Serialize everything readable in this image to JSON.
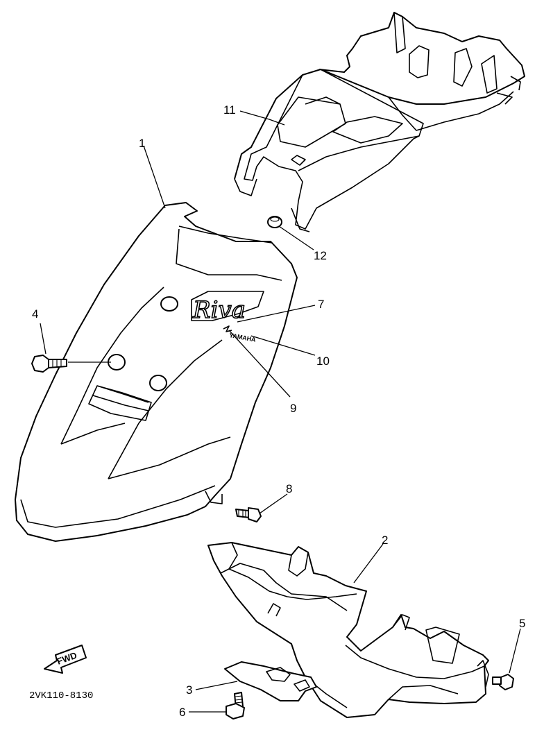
{
  "diagram": {
    "catalog_code": "2VK110-8130",
    "fwd_label": "FWD",
    "logo_script": "Riva",
    "logo_brand": "YAMAHA",
    "callouts": [
      {
        "id": "c1",
        "text": "1"
      },
      {
        "id": "c2",
        "text": "2"
      },
      {
        "id": "c3",
        "text": "3"
      },
      {
        "id": "c4",
        "text": "4"
      },
      {
        "id": "c5",
        "text": "5"
      },
      {
        "id": "c6",
        "text": "6"
      },
      {
        "id": "c7",
        "text": "7"
      },
      {
        "id": "c8",
        "text": "8"
      },
      {
        "id": "c9",
        "text": "9"
      },
      {
        "id": "c10",
        "text": "10"
      },
      {
        "id": "c11",
        "text": "11"
      },
      {
        "id": "c12",
        "text": "12"
      }
    ]
  }
}
